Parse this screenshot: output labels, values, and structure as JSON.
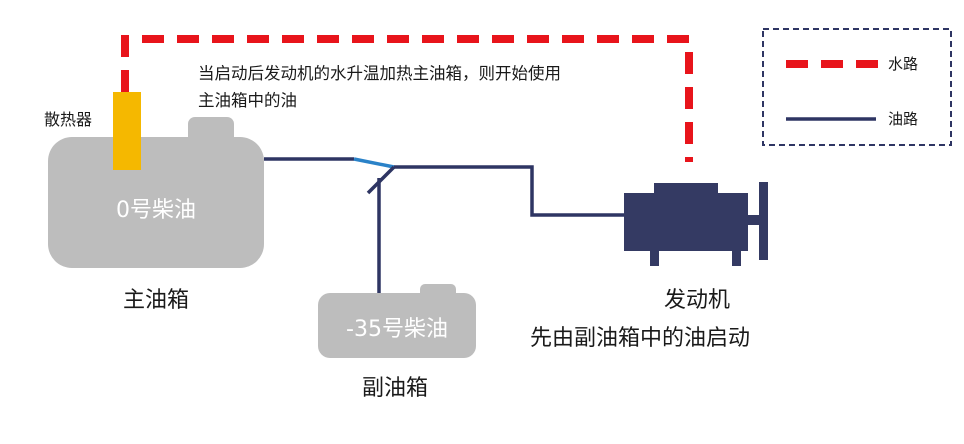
{
  "diagram": {
    "colors": {
      "water_line": "#e8141b",
      "oil_line": "#2e3563",
      "valve_accent": "#2a82c8",
      "tank_fill": "#bdbdbd",
      "tank_text": "#ffffff",
      "radiator_fill": "#f5b800",
      "radiator_stroke": "#c98f00",
      "engine_fill": "#343a63",
      "text": "#1a1a1a",
      "legend_border": "#2e3563"
    },
    "annotation": {
      "line1": "当启动后发动机的水升温加热主油箱，则开始使用",
      "line2": "主油箱中的油"
    },
    "radiator_label": "散热器",
    "main_tank": {
      "fuel": "0号柴油",
      "label": "主油箱"
    },
    "sub_tank": {
      "fuel": "-35号柴油",
      "label": "副油箱"
    },
    "engine": {
      "label": "发动机",
      "note": "先由副油箱中的油启动"
    },
    "legend": {
      "water": "水路",
      "oil": "油路"
    }
  }
}
